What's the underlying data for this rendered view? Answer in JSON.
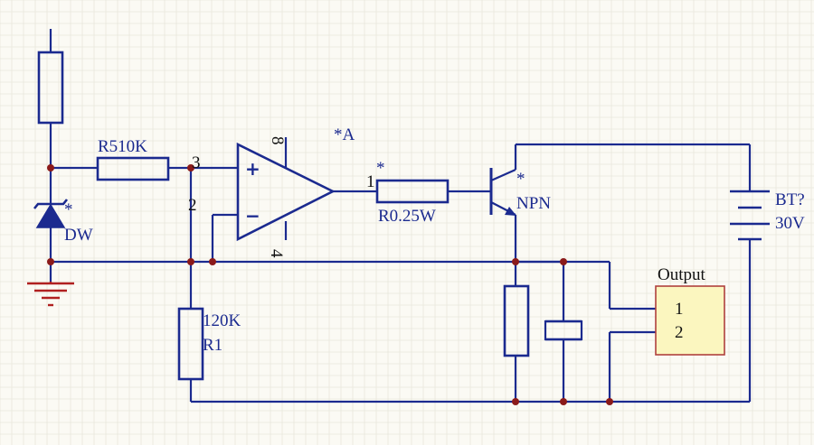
{
  "diagram": {
    "type": "circuit-schematic",
    "labels": {
      "r510k": "R510K",
      "pin3": "3",
      "pin2": "2",
      "pin8": "8",
      "pin4": "4",
      "pin1": "1",
      "opamp_plus": "+",
      "opamp_minus": "−",
      "opamp_ref": "*A",
      "star_r025": "*",
      "r025w": "R0.25W",
      "star_npn": "*",
      "npn": "NPN",
      "star_dw": "*",
      "dw": "DW",
      "r120k": "120K",
      "r1": "R1",
      "bt": "BT?",
      "v30": "30V",
      "output": "Output",
      "out_pin1": "1",
      "out_pin2": "2"
    },
    "colors": {
      "wire": "#1b2a8f",
      "junction": "#8b1a1a",
      "ground": "#b02020",
      "output_fill": "#fbf6bf",
      "output_border": "#b0413e",
      "background": "#fbfaf4",
      "grid": "#e9e7dc"
    }
  }
}
